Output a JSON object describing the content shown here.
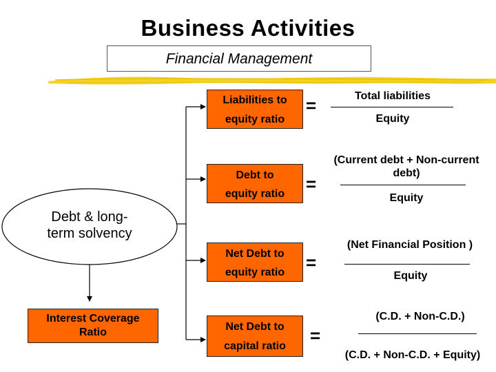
{
  "title": "Business Activities",
  "subtitle": "Financial Management",
  "main_node": "Debt & long-term solvency",
  "main_node_line1": "Debt & long-",
  "main_node_line2": "term solvency",
  "coverage_box": {
    "line1": "Interest Coverage",
    "line2": "Ratio"
  },
  "ratios": [
    {
      "line1": "Liabilities to",
      "line2": "equity ratio",
      "numerator": "Total liabilities",
      "denominator": "Equity"
    },
    {
      "line1": "Debt to",
      "line2": "equity ratio",
      "numerator_line1": "(Current debt + Non-current",
      "numerator_line2": "debt)",
      "denominator": "Equity"
    },
    {
      "line1": "Net Debt to",
      "line2": "equity ratio",
      "numerator": "(Net Financial Position )",
      "denominator": "Equity"
    },
    {
      "line1": "Net Debt to",
      "line2": "capital ratio",
      "numerator": "(C.D. + Non-C.D.)",
      "denominator": "(C.D. + Non-C.D. + Equity)"
    }
  ],
  "equals_symbol": "=",
  "colors": {
    "box_fill": "#ff6600",
    "brush": "#f5d21e"
  }
}
